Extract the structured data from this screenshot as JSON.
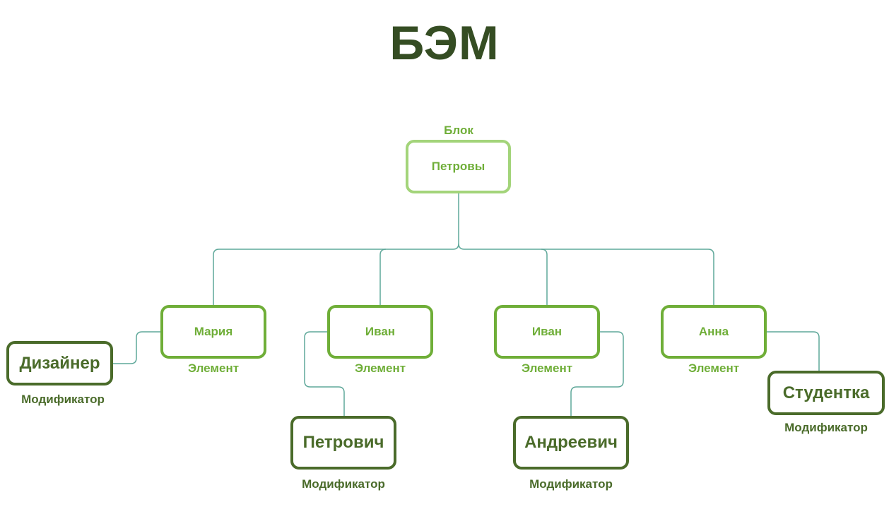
{
  "title": "БЭМ",
  "colors": {
    "title": "#354d23",
    "block_border": "#a3d47a",
    "element": "#6fae38",
    "modifier": "#4a6b2a",
    "connector": "#5fa89a"
  },
  "block": {
    "label": "Петровы",
    "caption": "Блок"
  },
  "elements": [
    {
      "label": "Мария",
      "caption": "Элемент"
    },
    {
      "label": "Иван",
      "caption": "Элемент"
    },
    {
      "label": "Иван",
      "caption": "Элемент"
    },
    {
      "label": "Анна",
      "caption": "Элемент"
    }
  ],
  "modifiers": [
    {
      "label": "Дизайнер",
      "caption": "Модификатор"
    },
    {
      "label": "Петрович",
      "caption": "Модификатор"
    },
    {
      "label": "Андреевич",
      "caption": "Модификатор"
    },
    {
      "label": "Студентка",
      "caption": "Модификатор"
    }
  ]
}
